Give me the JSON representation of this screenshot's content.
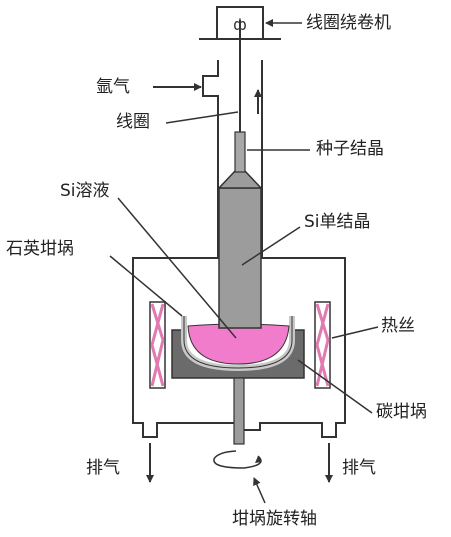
{
  "labels": {
    "winder": "线圈绕卷机",
    "argon": "氩气",
    "coil": "线圈",
    "seed": "种子结晶",
    "si_solution": "Si溶液",
    "si_crystal": "Si单结晶",
    "quartz_crucible": "石英坩埚",
    "heater": "热丝",
    "carbon_crucible": "碳坩埚",
    "exhaust_left": "排气",
    "exhaust_right": "排气",
    "rotation_shaft": "坩埚旋转轴"
  },
  "colors": {
    "line": "#333333",
    "melt": "#f27ccc",
    "crystal": "#9c9c9c",
    "carbon": "#6b6b6b",
    "heater": "#e07ab0"
  }
}
